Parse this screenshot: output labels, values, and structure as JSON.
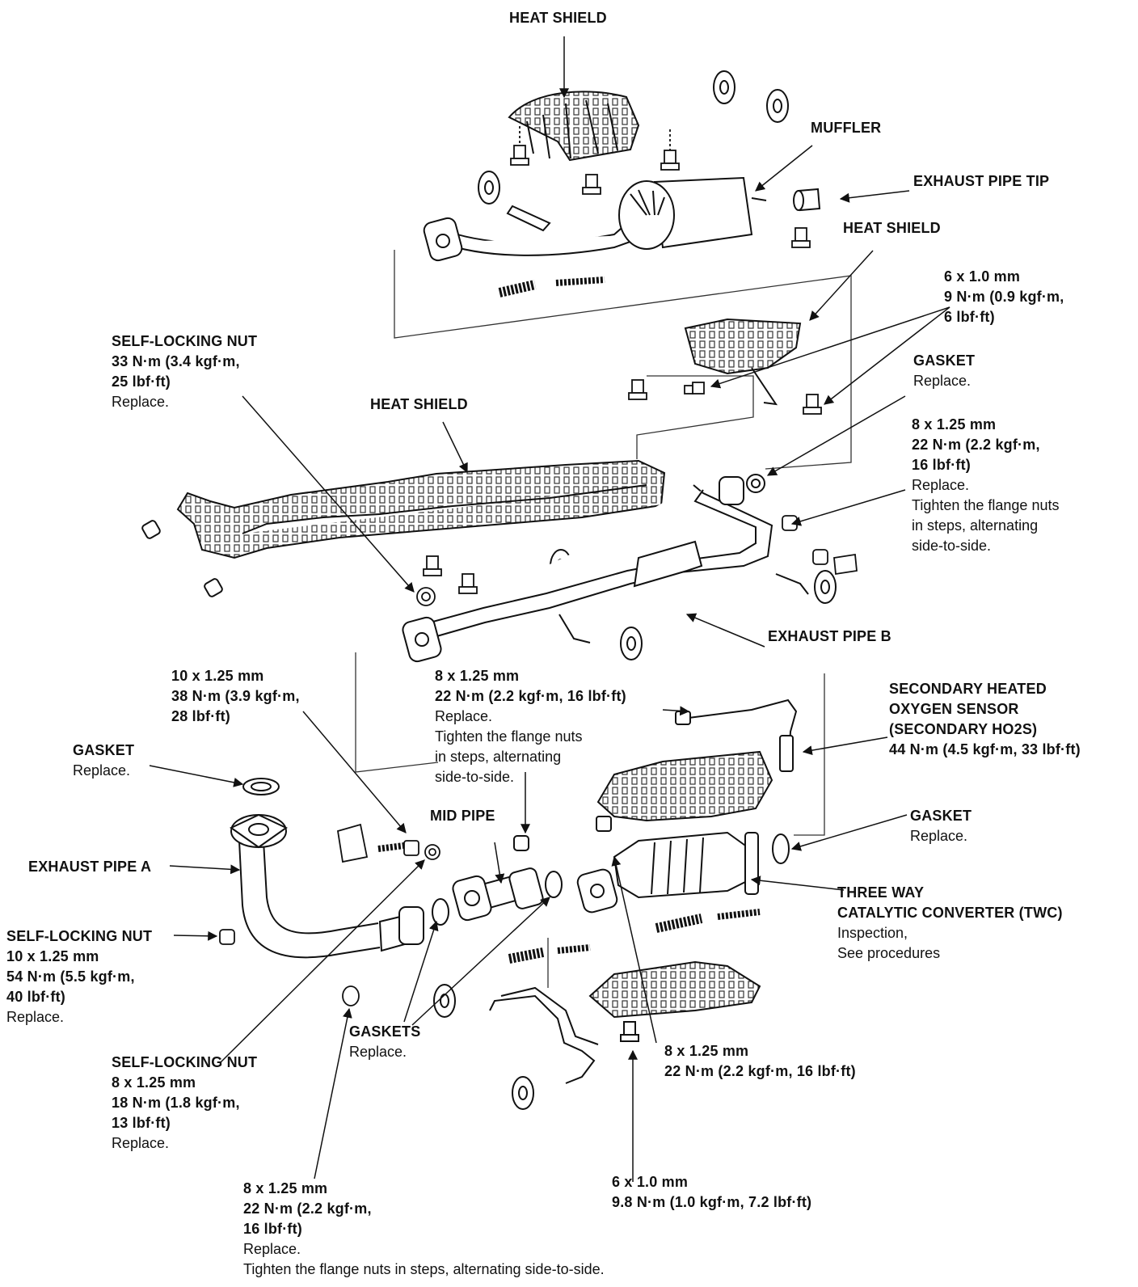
{
  "labels": {
    "heat_shield_top": {
      "lines": [
        "HEAT SHIELD"
      ]
    },
    "muffler": {
      "lines": [
        "MUFFLER"
      ]
    },
    "exhaust_pipe_tip": {
      "lines": [
        "EXHAUST PIPE TIP"
      ]
    },
    "heat_shield_right": {
      "lines": [
        "HEAT SHIELD"
      ]
    },
    "bolt_6x1_top": {
      "lines": [
        "6 x 1.0 mm",
        "9 N·m (0.9 kgf·m,",
        "6 lbf·ft)"
      ]
    },
    "gasket_upper_right": {
      "title": "GASKET",
      "sub": [
        "Replace."
      ]
    },
    "nut_8x125_upper_right": {
      "lines": [
        "8 x 1.25 mm",
        "22 N·m (2.2 kgf·m,",
        "16 lbf·ft)"
      ],
      "sub": [
        "Replace.",
        "Tighten the flange nuts",
        "in steps, alternating",
        "side-to-side."
      ]
    },
    "self_locking_nut_upper": {
      "lines": [
        "SELF-LOCKING NUT",
        "33 N·m (3.4 kgf·m,",
        "25 lbf·ft)"
      ],
      "sub": [
        "Replace."
      ]
    },
    "heat_shield_middle": {
      "lines": [
        "HEAT SHIELD"
      ]
    },
    "exhaust_pipe_b": {
      "lines": [
        "EXHAUST PIPE B"
      ]
    },
    "bolt_10x125": {
      "lines": [
        "10 x 1.25 mm",
        "38 N·m (3.9 kgf·m,",
        "28 lbf·ft)"
      ]
    },
    "nut_8x125_center": {
      "lines": [
        "8 x 1.25 mm",
        "22 N·m (2.2 kgf·m, 16 lbf·ft)"
      ],
      "sub": [
        "Replace.",
        "Tighten the flange nuts",
        "in steps, alternating",
        "side-to-side."
      ]
    },
    "secondary_ho2s": {
      "lines": [
        "SECONDARY HEATED",
        "OXYGEN SENSOR",
        "(SECONDARY HO2S)",
        "44 N·m (4.5 kgf·m, 33 lbf·ft)"
      ]
    },
    "gasket_left": {
      "title": "GASKET",
      "sub": [
        "Replace."
      ]
    },
    "mid_pipe": {
      "lines": [
        "MID PIPE"
      ]
    },
    "gasket_right_twc": {
      "title": "GASKET",
      "sub": [
        "Replace."
      ]
    },
    "exhaust_pipe_a": {
      "lines": [
        "EXHAUST PIPE A"
      ]
    },
    "twc": {
      "lines": [
        "THREE WAY",
        "CATALYTIC CONVERTER (TWC)"
      ],
      "sub": [
        "Inspection,",
        "See procedures"
      ]
    },
    "self_locking_nut_left": {
      "lines": [
        "SELF-LOCKING NUT",
        "10 x 1.25 mm",
        "54 N·m (5.5 kgf·m,",
        "40 lbf·ft)"
      ],
      "sub": [
        "Replace."
      ]
    },
    "gaskets": {
      "title": "GASKETS",
      "sub": [
        "Replace."
      ]
    },
    "self_locking_nut_lower": {
      "lines": [
        "SELF-LOCKING NUT",
        "8 x 1.25 mm",
        "18 N·m (1.8 kgf·m,",
        "13 lbf·ft)"
      ],
      "sub": [
        "Replace."
      ]
    },
    "nut_8x125_twc": {
      "lines": [
        "8 x 1.25 mm",
        "22 N·m (2.2 kgf·m, 16 lbf·ft)"
      ]
    },
    "bolt_6x1_bottom": {
      "lines": [
        "6 x 1.0 mm",
        "9.8 N·m (1.0 kgf·m, 7.2 lbf·ft)"
      ]
    },
    "nut_8x125_bottom": {
      "lines": [
        "8 x 1.25 mm",
        "22 N·m (2.2 kgf·m,",
        "16 lbf·ft)"
      ],
      "sub": [
        "Replace.",
        "Tighten the flange nuts in steps, alternating side-to-side."
      ]
    }
  }
}
